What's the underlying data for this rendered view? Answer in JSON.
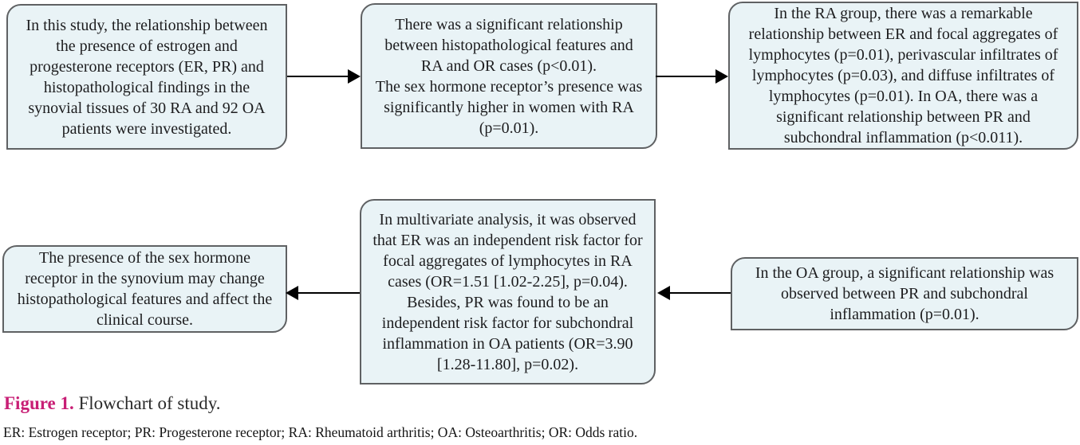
{
  "figure": {
    "label": "Figure 1.",
    "title": "Flowchart of study.",
    "footnote": "ER: Estrogen receptor; PR: Progesterone receptor; RA: Rheumatoid arthritis; OA: Osteoarthritis; OR: Odds ratio."
  },
  "colors": {
    "box_fill": "#e9f3f6",
    "box_border": "#5f6163",
    "arrow": "#000000",
    "figure_label": "#c81e75",
    "text": "#1d1d1f"
  },
  "flowchart": {
    "boxes": [
      {
        "id": "study-intro",
        "lines": [
          "In this study, the relationship between the presence of estrogen and progesterone receptors (ER, PR) and histopathological findings in the synovial tissues of 30 RA and 92 OA patients were investigated."
        ]
      },
      {
        "id": "histopathology-relationship",
        "lines": [
          "There was a significant relationship between histopathological features and RA and OR cases (p<0.01).",
          "The sex hormone receptor’s presence was significantly higher in women with RA (p=0.01)."
        ]
      },
      {
        "id": "ra-group-findings",
        "lines": [
          "In the RA group, there was a remarkable relationship between ER and focal aggregates of lymphocytes (p=0.01), perivascular infiltrates of lymphocytes (p=0.03), and diffuse infiltrates of lymphocytes (p=0.01). In OA, there was a significant relationship between PR and subchondral inflammation (p<0.011)."
        ]
      },
      {
        "id": "conclusion",
        "lines": [
          "The presence of the sex hormone receptor in the synovium may change histopathological features and affect the clinical course."
        ]
      },
      {
        "id": "multivariate-analysis",
        "lines": [
          "In multivariate analysis, it was observed that ER was an independent risk factor for focal aggregates of lymphocytes in RA cases (OR=1.51 [1.02-2.25], p=0.04). Besides, PR was found to be an independent risk factor for subchondral inflammation in OA patients (OR=3.90 [1.28-11.80], p=0.02)."
        ]
      },
      {
        "id": "oa-group-findings",
        "lines": [
          "In the OA group, a significant relationship was observed between PR and subchondral inflammation (p=0.01)."
        ]
      }
    ]
  }
}
